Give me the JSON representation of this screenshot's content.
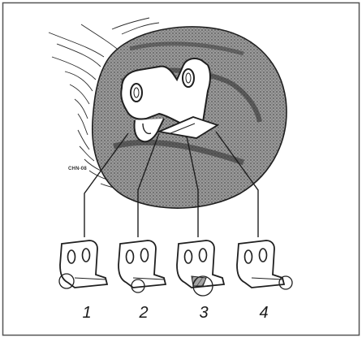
{
  "figure": {
    "code": "CHN-08",
    "labels": [
      "1",
      "2",
      "3",
      "4"
    ],
    "colors": {
      "line": "#1f1f1f",
      "shade": "#8a8a8a",
      "frame": "#555555"
    }
  }
}
